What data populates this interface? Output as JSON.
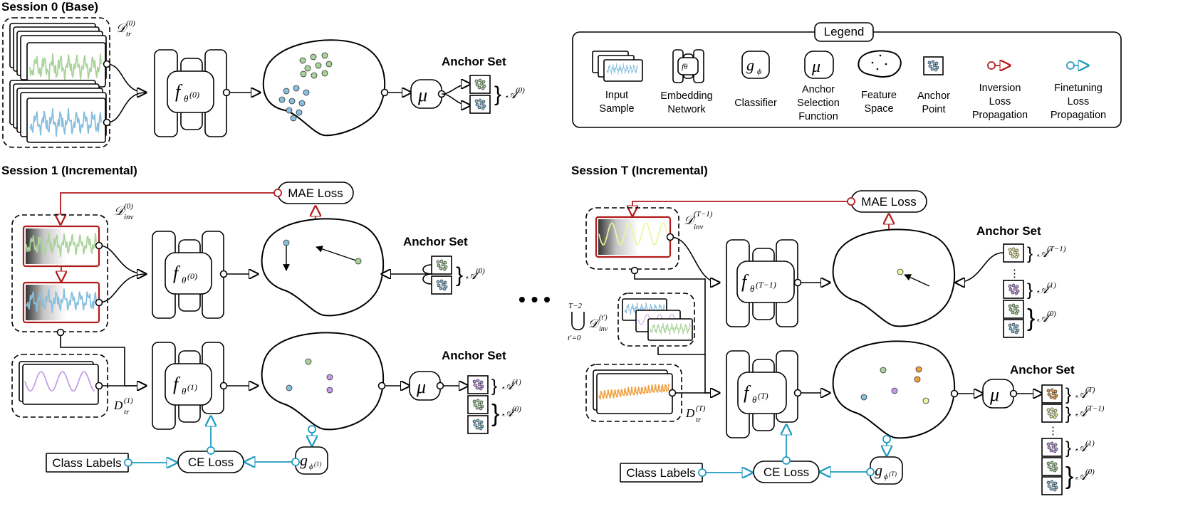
{
  "sessions": {
    "s0": "Session 0 (Base)",
    "s1": "Session 1 (Incremental)",
    "sT": "Session T (Incremental)"
  },
  "anchor_set_label": "Anchor Set",
  "losses": {
    "mae": "MAE Loss",
    "ce": "CE Loss",
    "class_labels": "Class Labels"
  },
  "ellipsis": "• • •",
  "legend": {
    "title": "Legend",
    "items": [
      {
        "label1": "Input",
        "label2": "Sample",
        "label3": ""
      },
      {
        "label1": "Embedding",
        "label2": "Network",
        "label3": ""
      },
      {
        "label1": "Classifier",
        "label2": "",
        "label3": ""
      },
      {
        "label1": "Anchor",
        "label2": "Selection",
        "label3": "Function"
      },
      {
        "label1": "Feature",
        "label2": "Space",
        "label3": ""
      },
      {
        "label1": "Anchor",
        "label2": "Point",
        "label3": ""
      },
      {
        "label1": "Inversion",
        "label2": "Loss",
        "label3": "Propagation"
      },
      {
        "label1": "Finetuning",
        "label2": "Loss",
        "label3": "Propagation"
      }
    ]
  },
  "math": {
    "D_tr0": "𝒟",
    "D_tr0_sup": "(0)",
    "D_tr0_sub": "tr",
    "D_inv0": "𝒟",
    "D_inv0_sup": "(0)",
    "D_inv0_sub": "inv",
    "D_invT1": "𝒟",
    "D_invT1_sup": "(T−1)",
    "D_invT1_sub": "inv",
    "D_tr1": "D",
    "D_tr1_sup": "(1)",
    "D_tr1_sub": "tr",
    "D_trT": "D",
    "D_trT_sup": "(T)",
    "D_trT_sub": "tr",
    "f": "f",
    "f_sub": "θ",
    "s0": "(0)",
    "s1": "(1)",
    "sT1": "(T−1)",
    "sT": "(T)",
    "g": "g",
    "g_sub": "ϕ",
    "mu": "μ",
    "A": "𝒜",
    "A0": "(0)",
    "A1": "(1)",
    "AT": "(T)",
    "AT1": "(T−1)",
    "union_top": "T−2",
    "union_bot": "t′=0",
    "union_sup": "(t′)",
    "union_sub": "inv",
    "brace": "}",
    "vdots": "⋮",
    "legend_f": "fθ",
    "legend_g": "gϕ",
    "legend_mu": "μ"
  },
  "colors": {
    "green": "#a8d49a",
    "blue": "#88bfdf",
    "purple": "#c49ae8",
    "orange": "#f0a040",
    "yellow": "#eef3a0",
    "red": "#b21a1a",
    "cyan": "#1f9ac0"
  }
}
